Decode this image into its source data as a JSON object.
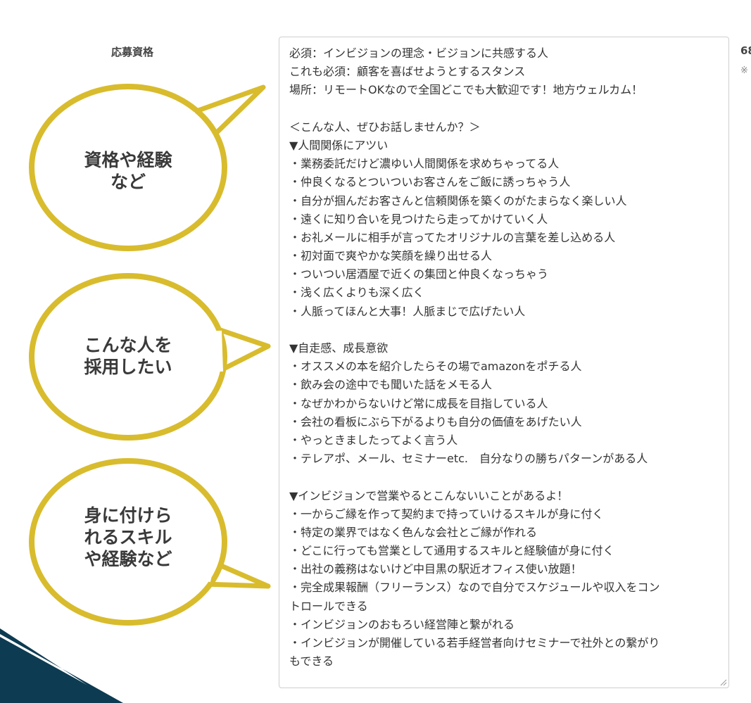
{
  "form": {
    "label": "応募資格",
    "char_count": "68",
    "char_note": "※",
    "lines": [
      "必須：インビジョンの理念・ビジョンに共感する人",
      "これも必須：顧客を喜ばせようとするスタンス",
      "場所：リモートOKなので全国どこでも大歓迎です！地方ウェルカム！",
      "",
      "＜こんな人、ぜひお話しませんか？＞",
      "▼人間関係にアツい",
      "・業務委託だけど濃ゆい人間関係を求めちゃってる人",
      "・仲良くなるとついついお客さんをご飯に誘っちゃう人",
      "・自分が掴んだお客さんと信頼関係を築くのがたまらなく楽しい人",
      "・遠くに知り合いを見つけたら走ってかけていく人",
      "・お礼メールに相手が言ってたオリジナルの言葉を差し込める人",
      "・初対面で爽やかな笑顔を繰り出せる人",
      "・ついつい居酒屋で近くの集団と仲良くなっちゃう",
      "・浅く広くよりも深く広く",
      "・人脈ってほんと大事！人脈まじで広げたい人",
      "",
      "▼自走感、成長意欲",
      "・オススメの本を紹介したらその場でamazonをポチる人",
      "・飲み会の途中でも聞いた話をメモる人",
      "・なぜかわからないけど常に成長を目指している人",
      "・会社の看板にぶら下がるよりも自分の価値をあげたい人",
      "・やっときましたってよく言う人",
      "・テレアポ、メール、セミナーetc.　自分なりの勝ちパターンがある人",
      "",
      "▼インビジョンで営業やるとこんないいことがあるよ！",
      "・一からご縁を作って契約まで持っていけるスキルが身に付く",
      "・特定の業界ではなく色んな会社とご縁が作れる",
      "・どこに行っても営業として通用するスキルと経験値が身に付く",
      "・出社の義務はないけど中目黒の駅近オフィス使い放題！",
      "・完全成果報酬（フリーランス）なので自分でスケジュールや収入をコン",
      "トロールできる",
      "・インビジョンのおもろい経営陣と繋がれる",
      "・インビジョンが開催している若手経営者向けセミナーで社外との繋がり",
      "もできる"
    ]
  },
  "bubbles": [
    {
      "line1": "資格や経験",
      "line2": "など",
      "line3": ""
    },
    {
      "line1": "こんな人を",
      "line2": "採用したい",
      "line3": ""
    },
    {
      "line1": "身に付けら",
      "line2": "れるスキル",
      "line3": "や経験など"
    }
  ],
  "colors": {
    "bubble_stroke": "#d9bc2e",
    "bubble_fill": "#ffffff",
    "corner_dark": "#0d3b52",
    "textarea_border": "#cfcfcf"
  }
}
